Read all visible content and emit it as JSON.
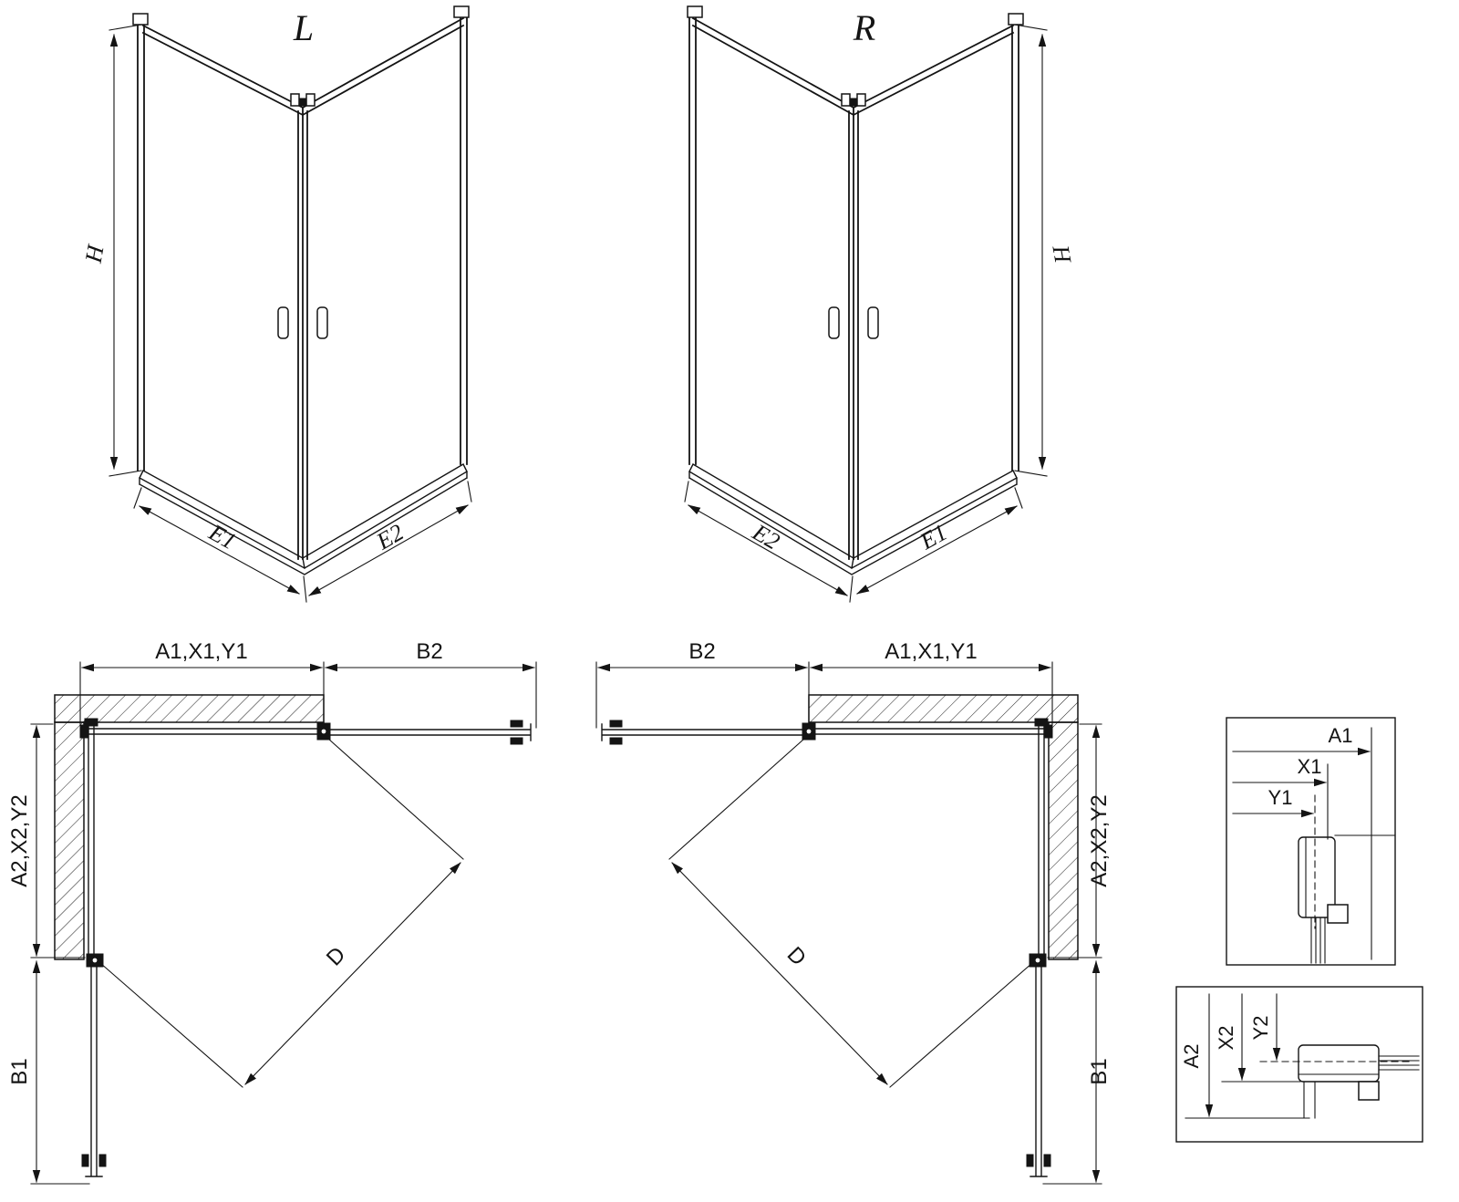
{
  "colors": {
    "background": "#ffffff",
    "line": "#141414"
  },
  "views": {
    "iso_left": {
      "title": "L",
      "height": "H",
      "bottom_left": "E1",
      "bottom_right": "E2"
    },
    "iso_right": {
      "title": "R",
      "height": "H",
      "bottom_left": "E2",
      "bottom_right": "E1"
    },
    "plan_left": {
      "top_left": "A1,X1,Y1",
      "top_right": "B2",
      "side_upper": "A2,X2,Y2",
      "side_lower": "B1",
      "diagonal": "D"
    },
    "plan_right": {
      "top_left": "B2",
      "top_right": "A1,X1,Y1",
      "side_upper": "A2,X2,Y2",
      "side_lower": "B1",
      "diagonal": "D"
    },
    "detail_horizontal": {
      "dims": [
        "A1",
        "X1",
        "Y1"
      ]
    },
    "detail_vertical": {
      "dims": [
        "A2",
        "X2",
        "Y2"
      ]
    }
  }
}
